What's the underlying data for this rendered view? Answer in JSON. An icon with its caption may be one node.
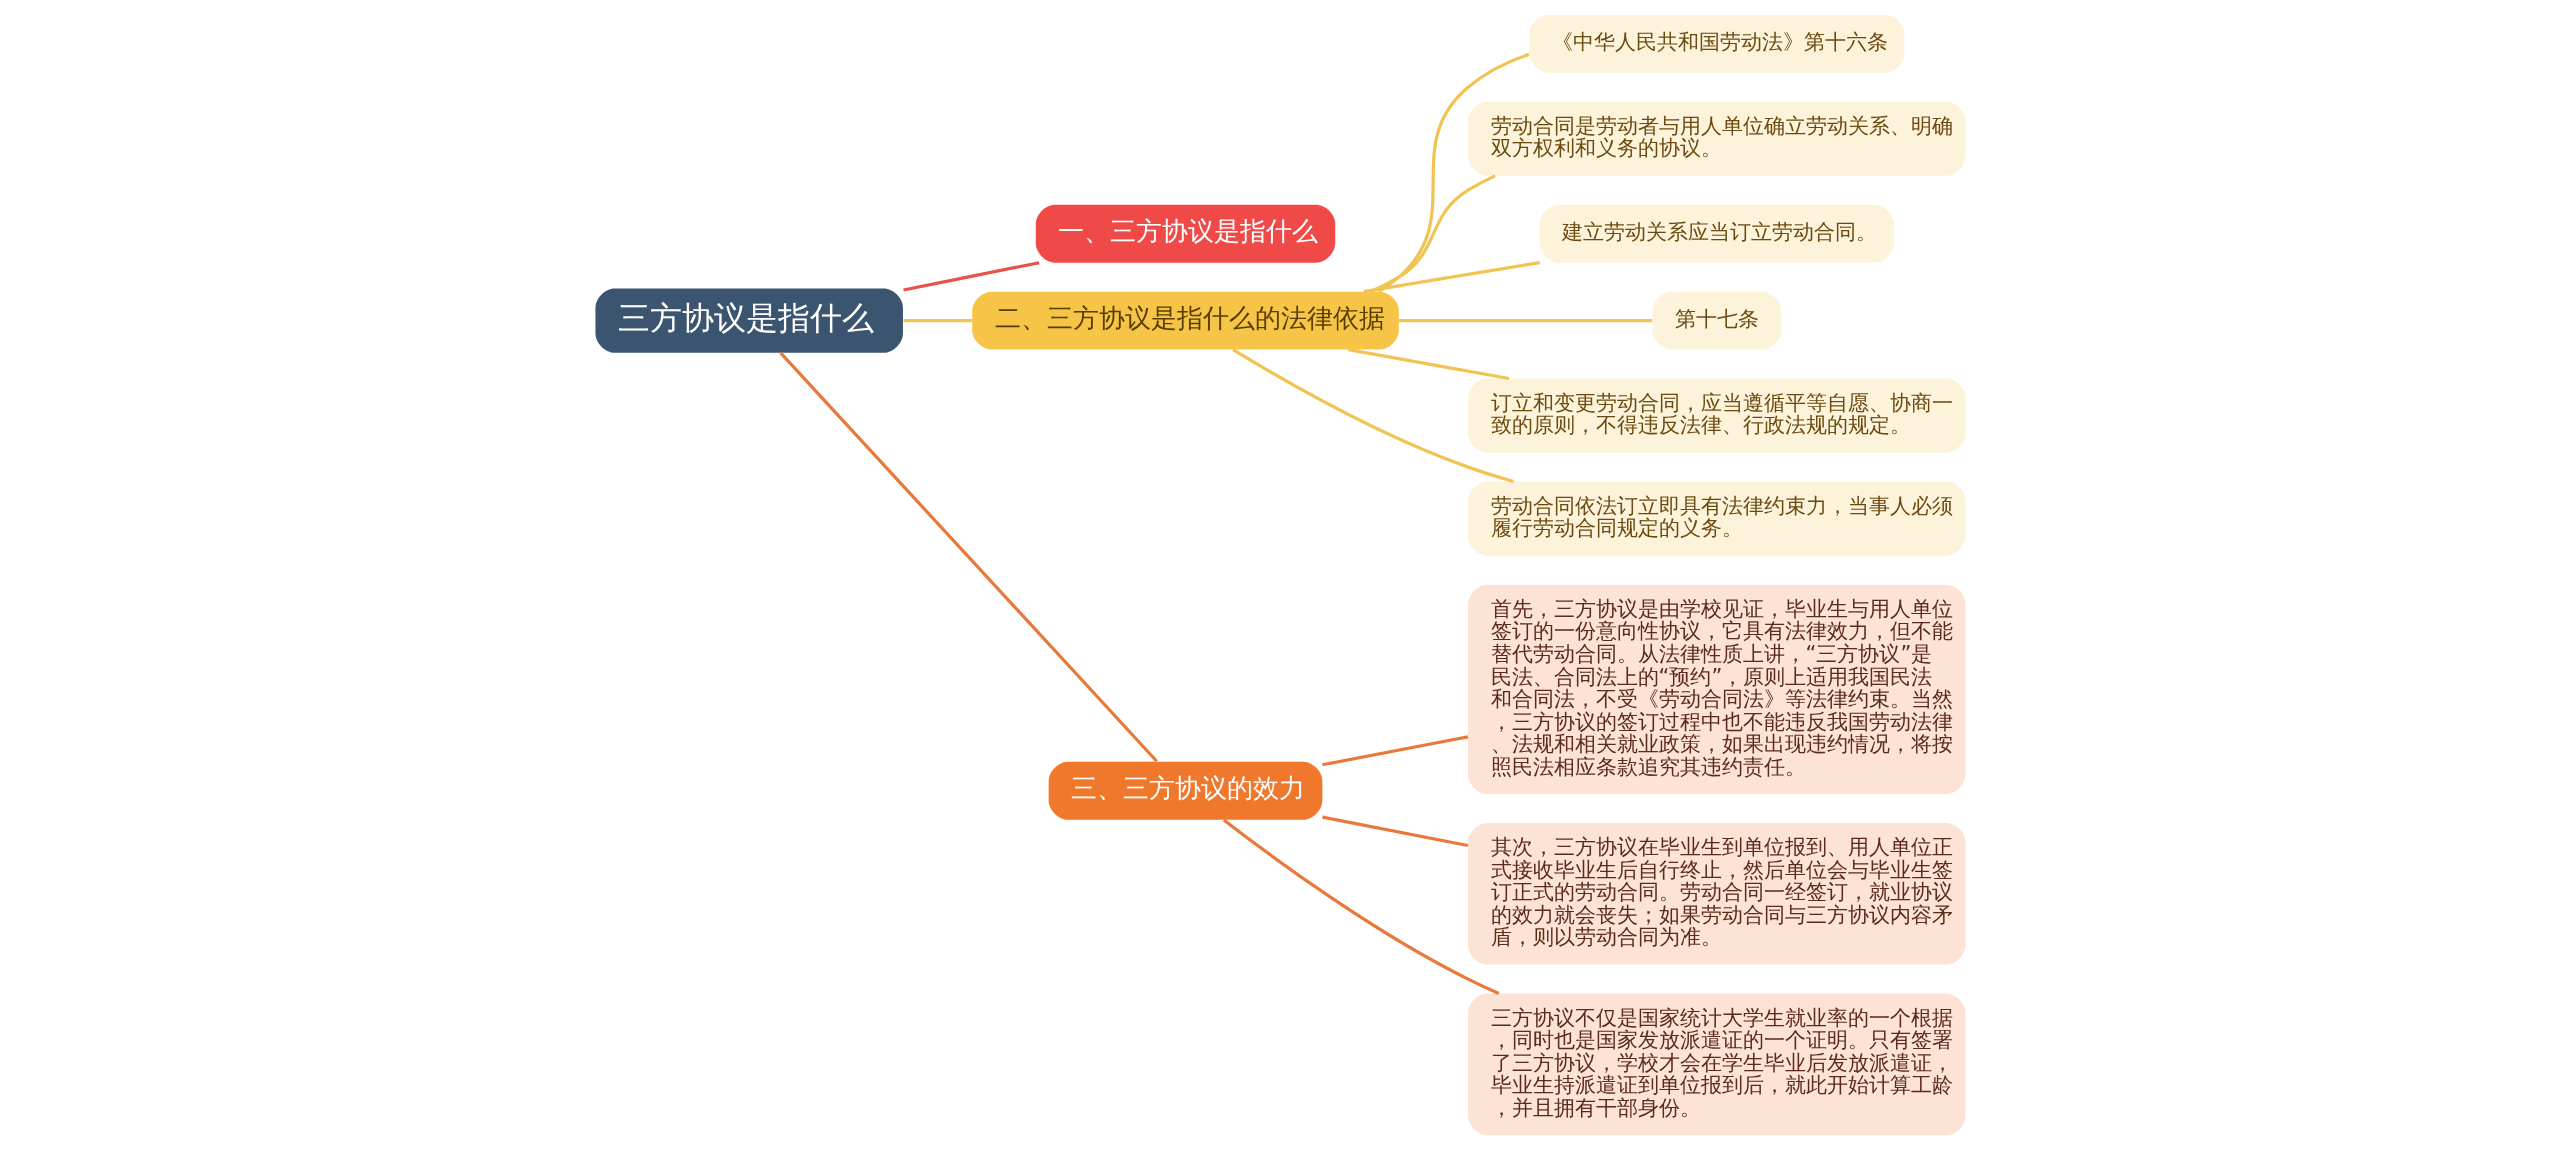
{
  "diagram": {
    "nodes": [
      {
        "text": [
          "三方协议是指什么"
        ]
      },
      {
        "text": [
          "一、三方协议是指什么"
        ]
      },
      {
        "text": [
          "二、三方协议是指什么的法律依据"
        ]
      },
      {
        "text": [
          "《中华人民共和国劳动法》第十六条"
        ]
      },
      {
        "text": [
          "劳动合同是劳动者与用人单位确立劳动关系、明确双方权利和义务的协议。"
        ]
      },
      {
        "text": [
          "建立劳动关系应当订立劳动合同。"
        ]
      },
      {
        "text": [
          "第十七条"
        ]
      },
      {
        "text": [
          "订立和变更劳动合同，应当遵循平等自愿、协商一致的原则，不得违反法律、行政法规的规定。"
        ]
      },
      {
        "text": [
          "劳动合同依法订立即具有法律约束力，当事人必须履行劳动合同规定的义务。"
        ]
      },
      {
        "text": [
          "三、三方协议的效力"
        ]
      },
      {
        "text": [
          "首先，三方协议是由学校见证，毕业生与用人单位签订的一份意向性协议，它具有法律效力，但不能替代劳动合同。从法律性质上讲，“三方协议”是民法、合同法上的“预约”，原则上适用我国民法和合同法，不受《劳动合同法》等法律约束。当然，三方协议的签订过程中也不能违反我国劳动法律、法规和相关就业政策，如果出现违约情况，将按照民法相应条款追究其违约责任。"
        ]
      },
      {
        "text": [
          "其次，三方协议在毕业生到单位报到、用人单位正式接收毕业生后自行终止，然后单位会与毕业生签订正式的劳动合同。劳动合同一经签订，就业协议的效力就会丧失；如果劳动合同与三方协议内容矛盾，则以劳动合同为准。"
        ]
      },
      {
        "text": [
          "三方协议不仅是国家统计大学生就业率的一个根据，同时也是国家发放派遣证的一个证明。只有签署了三方协议，学校才会在学生毕业后发放派遣证，毕业生持派遣证到单位报到后，就此开始计算工龄，并且拥有干部身份。"
        ]
      }
    ],
    "edges": [
      {
        "from": 0,
        "to": 1,
        "arrow": "none",
        "color": "#e8524a"
      },
      {
        "from": 0,
        "to": 2,
        "arrow": "none"
      },
      {
        "from": 2,
        "to": 3,
        "arrow": "none"
      },
      {
        "from": 2,
        "to": 4,
        "arrow": "none"
      },
      {
        "from": 2,
        "to": 5,
        "arrow": "none"
      },
      {
        "from": 2,
        "to": 6,
        "arrow": "none"
      },
      {
        "from": 2,
        "to": 7,
        "arrow": "none"
      },
      {
        "from": 2,
        "to": 8,
        "arrow": "none"
      },
      {
        "from": 0,
        "to": 9,
        "arrow": "none",
        "color": "#e8793a"
      },
      {
        "from": 9,
        "to": 10,
        "arrow": "none",
        "color": "#e8793a"
      },
      {
        "from": 9,
        "to": 11,
        "arrow": "none",
        "color": "#e8793a"
      },
      {
        "from": 9,
        "to": 12,
        "arrow": "none",
        "color": "#e8793a"
      }
    ]
  }
}
